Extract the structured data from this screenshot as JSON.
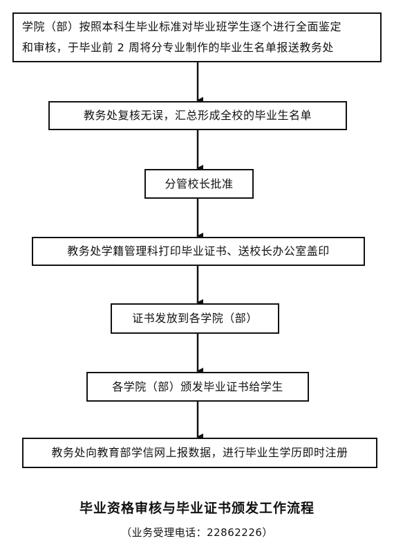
{
  "steps": [
    {
      "lines": [
        "学院（部）按照本科生毕业标准对毕业班学生逐个进行全面鉴定",
        "和审核，于毕业前 2 周将分专业制作的毕业生名单报送教务处"
      ]
    },
    {
      "lines": [
        "教务处复核无误，汇总形成全校的毕业生名单"
      ]
    },
    {
      "lines": [
        "分管校长批准"
      ]
    },
    {
      "lines": [
        "教务处学籍管理科打印毕业证书、送校长办公室盖印"
      ]
    },
    {
      "lines": [
        "证书发放到各学院（部）"
      ]
    },
    {
      "lines": [
        "各学院（部）颁发毕业证书给学生"
      ]
    },
    {
      "lines": [
        "教务处向教育部学信网上报数据，进行毕业生学历即时注册"
      ]
    }
  ],
  "title": "毕业资格审核与毕业证书颁发工作流程",
  "phone": "（业务受理电话：22862226）"
}
